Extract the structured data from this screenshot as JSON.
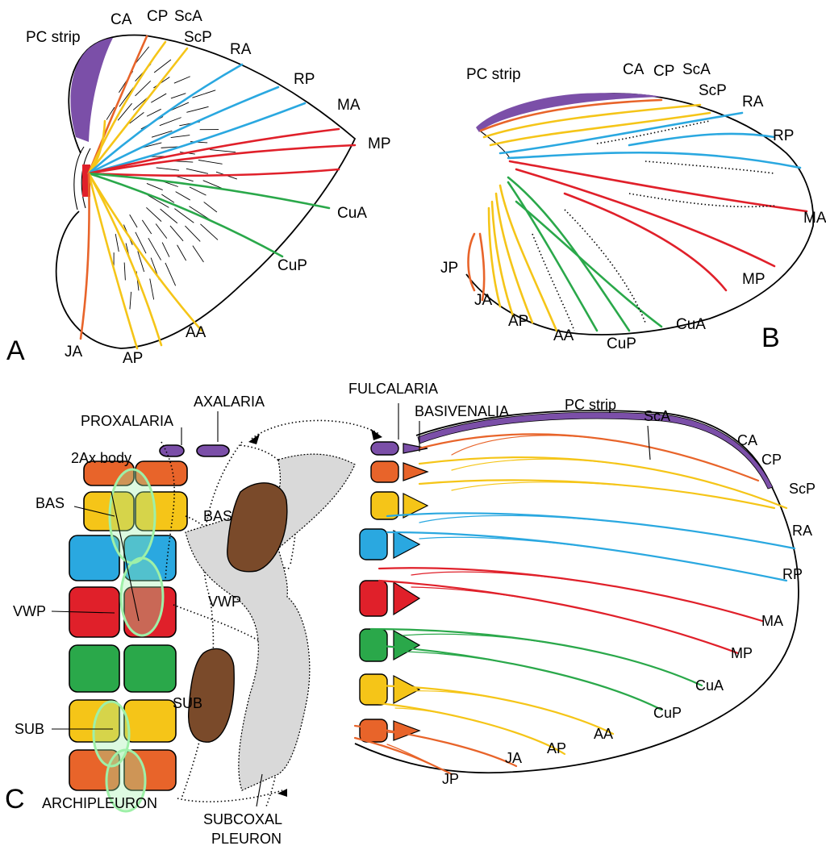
{
  "colors": {
    "costal": "#7b4fa8",
    "costal_posterior": "#e8642a",
    "subcostal": "#f5c518",
    "radial": "#2aa8e0",
    "medial": "#e0202a",
    "cubital": "#2aa84a",
    "anal": "#f5c518",
    "jugal": "#e8642a",
    "basalare": "#7a4a2a",
    "pleuron": "#d9d9d9",
    "highlight": "#9ef0a8"
  },
  "panel_a": {
    "letter": "A",
    "labels": {
      "pc_strip": "PC strip",
      "ca": "CA",
      "cp": "CP",
      "sca": "ScA",
      "scp": "ScP",
      "ra": "RA",
      "rp": "RP",
      "ma": "MA",
      "mp": "MP",
      "cua": "CuA",
      "cup": "CuP",
      "aa": "AA",
      "ap": "AP",
      "ja": "JA"
    }
  },
  "panel_b": {
    "letter": "B",
    "labels": {
      "pc_strip": "PC strip",
      "ca": "CA",
      "cp": "CP",
      "sca": "ScA",
      "scp": "ScP",
      "ra": "RA",
      "rp": "RP",
      "ma": "MA",
      "mp": "MP",
      "cua": "CuA",
      "cup": "CuP",
      "aa": "AA",
      "ap": "AP",
      "ja": "JA",
      "jp": "JP"
    }
  },
  "panel_c": {
    "letter": "C",
    "labels": {
      "proxalaria": "PROXALARIA",
      "axalaria": "AXALARIA",
      "ax2_body": "2Ax body",
      "bas_left": "BAS",
      "bas_inner": "BAS",
      "vwp_left": "VWP",
      "vwp_inner": "VWP",
      "sub_left": "SUB",
      "sub_inner": "SUB",
      "archipleuron": "ARCHIPLEURON",
      "subcoxal_1": "SUBCOXAL",
      "subcoxal_2": "PLEURON",
      "fulcalaria": "FULCALARIA",
      "basivenalia": "BASIVENALIA",
      "pc_strip": "PC strip",
      "sca": "ScA",
      "ca": "CA",
      "cp": "CP",
      "scp": "ScP",
      "ra": "RA",
      "rp": "RP",
      "ma": "MA",
      "mp": "MP",
      "cua": "CuA",
      "cup": "CuP",
      "aa": "AA",
      "ap": "AP",
      "ja": "JA",
      "jp": "JP"
    }
  }
}
